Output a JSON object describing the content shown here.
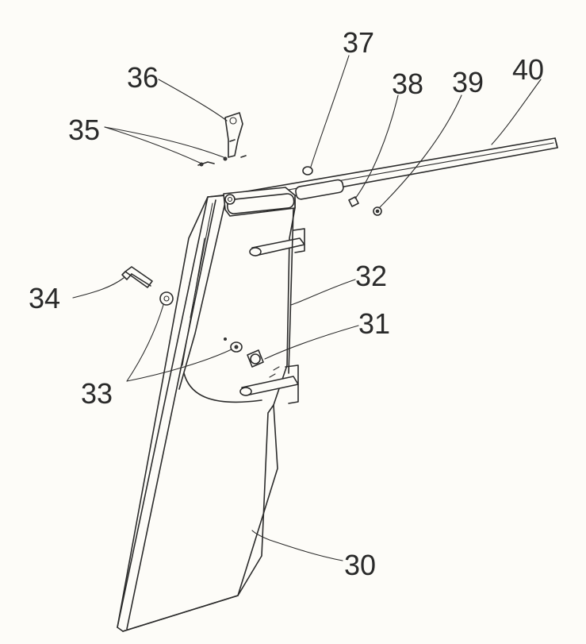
{
  "diagram": {
    "callouts": {
      "c30": "30",
      "c31": "31",
      "c32": "32",
      "c33": "33",
      "c34": "34",
      "c35": "35",
      "c36": "36",
      "c37": "37",
      "c38": "38",
      "c39": "39",
      "c40": "40"
    },
    "colors": {
      "ink": "#2b2b2b",
      "paper": "#fdfcf8"
    }
  }
}
